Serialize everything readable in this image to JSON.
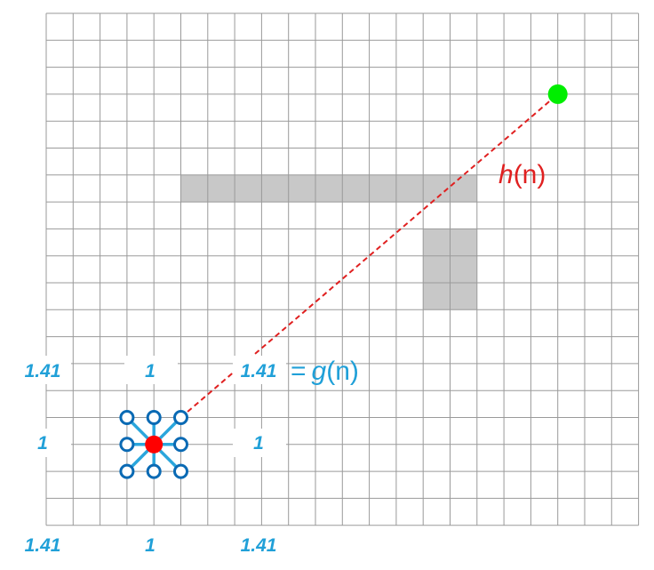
{
  "colors": {
    "grid_line": "#9a9a9a",
    "obstacle": "#c8c8c8",
    "current_node": "#ff0000",
    "goal_node": "#00ee00",
    "neighbor_ring": "#0a6ab4",
    "neighbor_link": "#2aa6dc",
    "heuristic_line": "#e02020",
    "label_blue": "#20a0d8",
    "label_red": "#e02020"
  },
  "grid": {
    "cols": 22,
    "rows": 19
  },
  "obstacle_cells": [
    {
      "col_start": 5,
      "col_end": 16,
      "row_start": 6,
      "row_end": 7
    },
    {
      "col_start": 14,
      "col_end": 16,
      "row_start": 8,
      "row_end": 11
    }
  ],
  "current_node": {
    "col": 4,
    "row": 16
  },
  "goal_node": {
    "col": 19,
    "row": 3
  },
  "cost_labels": {
    "top_left": "1.41",
    "top": "1",
    "top_right": "1.41",
    "left": "1",
    "right": "1",
    "bottom_left": "1.41",
    "bottom": "1",
    "bottom_right": "1.41"
  },
  "g_label": {
    "equals": "=",
    "func": "g",
    "arg": "(n)"
  },
  "h_label": {
    "func": "h",
    "arg": "(n)"
  }
}
